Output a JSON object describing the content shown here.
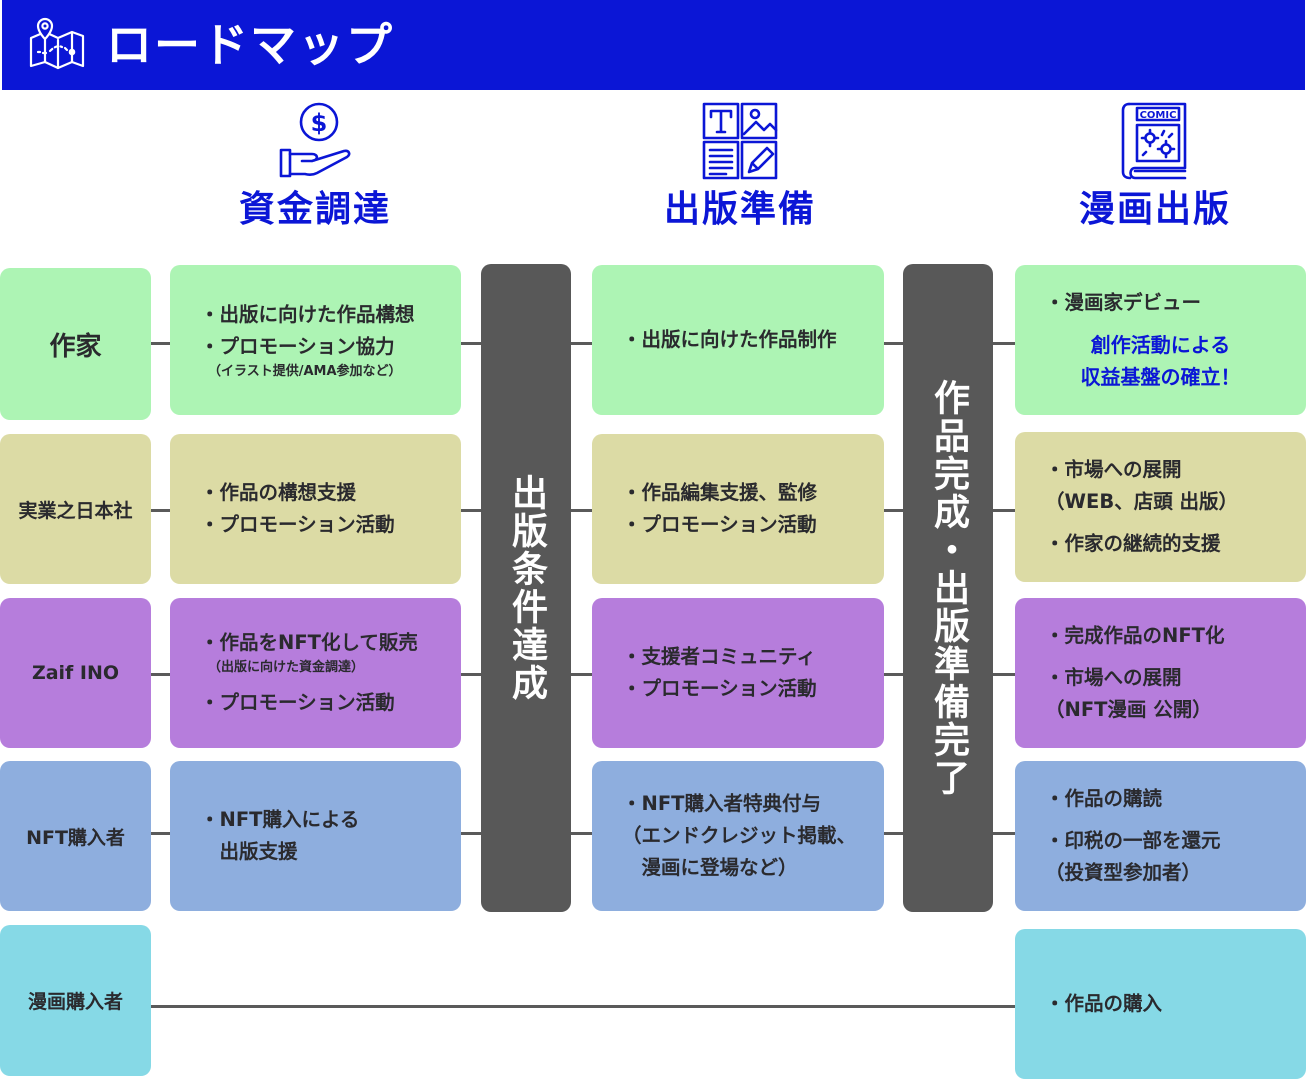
{
  "header": {
    "title": "ロードマップ",
    "icon": "map-icon"
  },
  "phases": [
    {
      "title": "資金調達",
      "icon": "money-hand-icon"
    },
    {
      "title": "出版準備",
      "icon": "layout-edit-icon"
    },
    {
      "title": "漫画出版",
      "icon": "comic-book-icon",
      "icon_text": "COMIC"
    }
  ],
  "milestones": [
    {
      "label": "出版条件達成"
    },
    {
      "label": "作品完成・出版準備完了"
    }
  ],
  "rows": [
    {
      "stakeholder": "作家",
      "color": "#adf4b4",
      "funding": {
        "lines": [
          "・出版に向けた作品構想",
          "・プロモーション協力"
        ],
        "note": "（イラスト提供/AMA参加など）"
      },
      "preparation": {
        "lines": [
          "・出版に向けた作品制作"
        ]
      },
      "publication": {
        "lines": [
          "・漫画家デビュー"
        ],
        "highlight": [
          "創作活動による",
          "収益基盤の確立！"
        ]
      }
    },
    {
      "stakeholder": "実業之日本社",
      "color": "#dcdba5",
      "funding": {
        "lines": [
          "・作品の構想支援",
          "・プロモーション活動"
        ]
      },
      "preparation": {
        "lines": [
          "・作品編集支援、監修",
          "・プロモーション活動"
        ]
      },
      "publication": {
        "lines": [
          "・市場への展開",
          "（WEB、店頭 出版）",
          "・作家の継続的支援"
        ]
      }
    },
    {
      "stakeholder": "Zaif INO",
      "color": "#b67ddc",
      "funding": {
        "lines": [
          "・作品をNFT化して販売",
          "・プロモーション活動"
        ],
        "note": "（出版に向けた資金調達）"
      },
      "preparation": {
        "lines": [
          "・支援者コミュニティ",
          "・プロモーション活動"
        ]
      },
      "publication": {
        "lines": [
          "・完成作品のNFT化",
          "・市場への展開",
          "（NFT漫画 公開）"
        ]
      }
    },
    {
      "stakeholder": "NFT購入者",
      "color": "#8eaede",
      "funding": {
        "lines": [
          "・NFT購入による",
          "　出版支援"
        ]
      },
      "preparation": {
        "lines": [
          "・NFT購入者特典付与",
          "（エンドクレジット掲載、",
          "　漫画に登場など）"
        ]
      },
      "publication": {
        "lines": [
          "・作品の購読",
          "・印税の一部を還元",
          "（投資型参加者）"
        ]
      }
    },
    {
      "stakeholder": "漫画購入者",
      "color": "#86d9e6",
      "publication": {
        "lines": [
          "・作品の購入"
        ]
      }
    }
  ],
  "colors": {
    "accent": "#0b16d6",
    "milestone": "#585858",
    "connector": "#5a5a5a"
  }
}
